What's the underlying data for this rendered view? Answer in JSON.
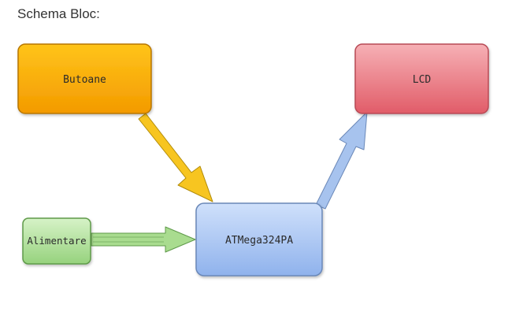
{
  "heading": "Schema Bloc:",
  "nodes": {
    "butoane": {
      "label": "Butoane",
      "color": "#f7a800"
    },
    "lcd": {
      "label": "LCD",
      "color": "#e8707a"
    },
    "alimentare": {
      "label": "Alimentare",
      "color": "#9ed58a"
    },
    "mcu": {
      "label": "ATMega324PA",
      "color": "#9cbcf0"
    }
  },
  "edges": [
    {
      "from": "Butoane",
      "to": "ATMega324PA",
      "color": "#f5c518"
    },
    {
      "from": "Alimentare",
      "to": "ATMega324PA",
      "color": "#a9dc8f"
    },
    {
      "from": "ATMega324PA",
      "to": "LCD",
      "color": "#a7c3ee"
    }
  ]
}
